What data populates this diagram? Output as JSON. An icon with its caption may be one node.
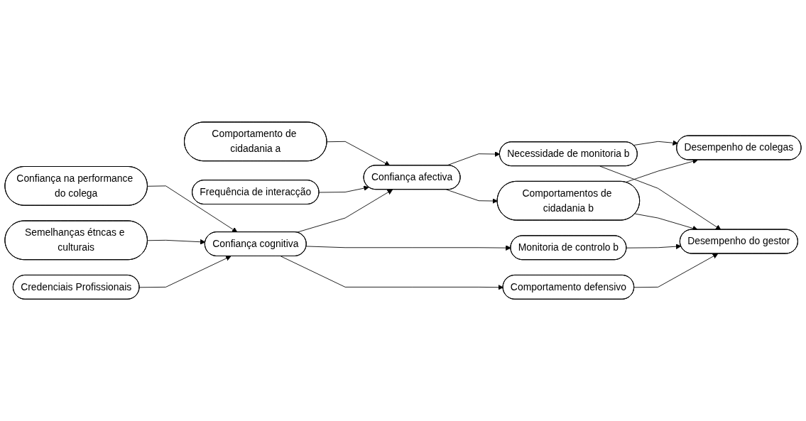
{
  "diagram": {
    "nodes": [
      {
        "text": [
          "Comportamento de cidadania a"
        ]
      },
      {
        "text": [
          "Frequência de interacção"
        ]
      },
      {
        "text": [
          "Confiança na performance do colega"
        ]
      },
      {
        "text": [
          "Semelhanças étncas e culturais"
        ]
      },
      {
        "text": [
          "Credenciais Profissionais"
        ]
      },
      {
        "text": [
          "Confiança afectiva"
        ]
      },
      {
        "text": [
          "Confiança cognitiva"
        ]
      },
      {
        "text": [
          "Necessidade de monitoria b"
        ]
      },
      {
        "text": [
          "Comportamentos de cidadania b"
        ]
      },
      {
        "text": [
          "Monitoria de controlo b"
        ]
      },
      {
        "text": [
          "Comportamento defensivo"
        ]
      },
      {
        "text": [
          "Desempenho de colegas"
        ]
      },
      {
        "text": [
          "Desempenho do gestor"
        ]
      }
    ],
    "edges": [
      {
        "from": 0,
        "to": 5,
        "arrow": "to"
      },
      {
        "from": 1,
        "to": 5,
        "arrow": "to"
      },
      {
        "from": 2,
        "to": 6,
        "arrow": "to"
      },
      {
        "from": 3,
        "to": 6,
        "arrow": "to"
      },
      {
        "from": 4,
        "to": 6,
        "arrow": "to"
      },
      {
        "from": 6,
        "to": 5,
        "arrow": "to"
      },
      {
        "from": 5,
        "to": 7,
        "arrow": "to"
      },
      {
        "from": 5,
        "to": 8,
        "arrow": "to"
      },
      {
        "from": 6,
        "to": 9,
        "arrow": "to"
      },
      {
        "from": 6,
        "to": 10,
        "arrow": "to"
      },
      {
        "from": 7,
        "to": 11,
        "arrow": "to"
      },
      {
        "from": 7,
        "to": 12,
        "arrow": "to"
      },
      {
        "from": 8,
        "to": 11,
        "arrow": "to"
      },
      {
        "from": 8,
        "to": 12,
        "arrow": "to"
      },
      {
        "from": 9,
        "to": 12,
        "arrow": "to"
      },
      {
        "from": 10,
        "to": 12,
        "arrow": "to"
      }
    ]
  }
}
